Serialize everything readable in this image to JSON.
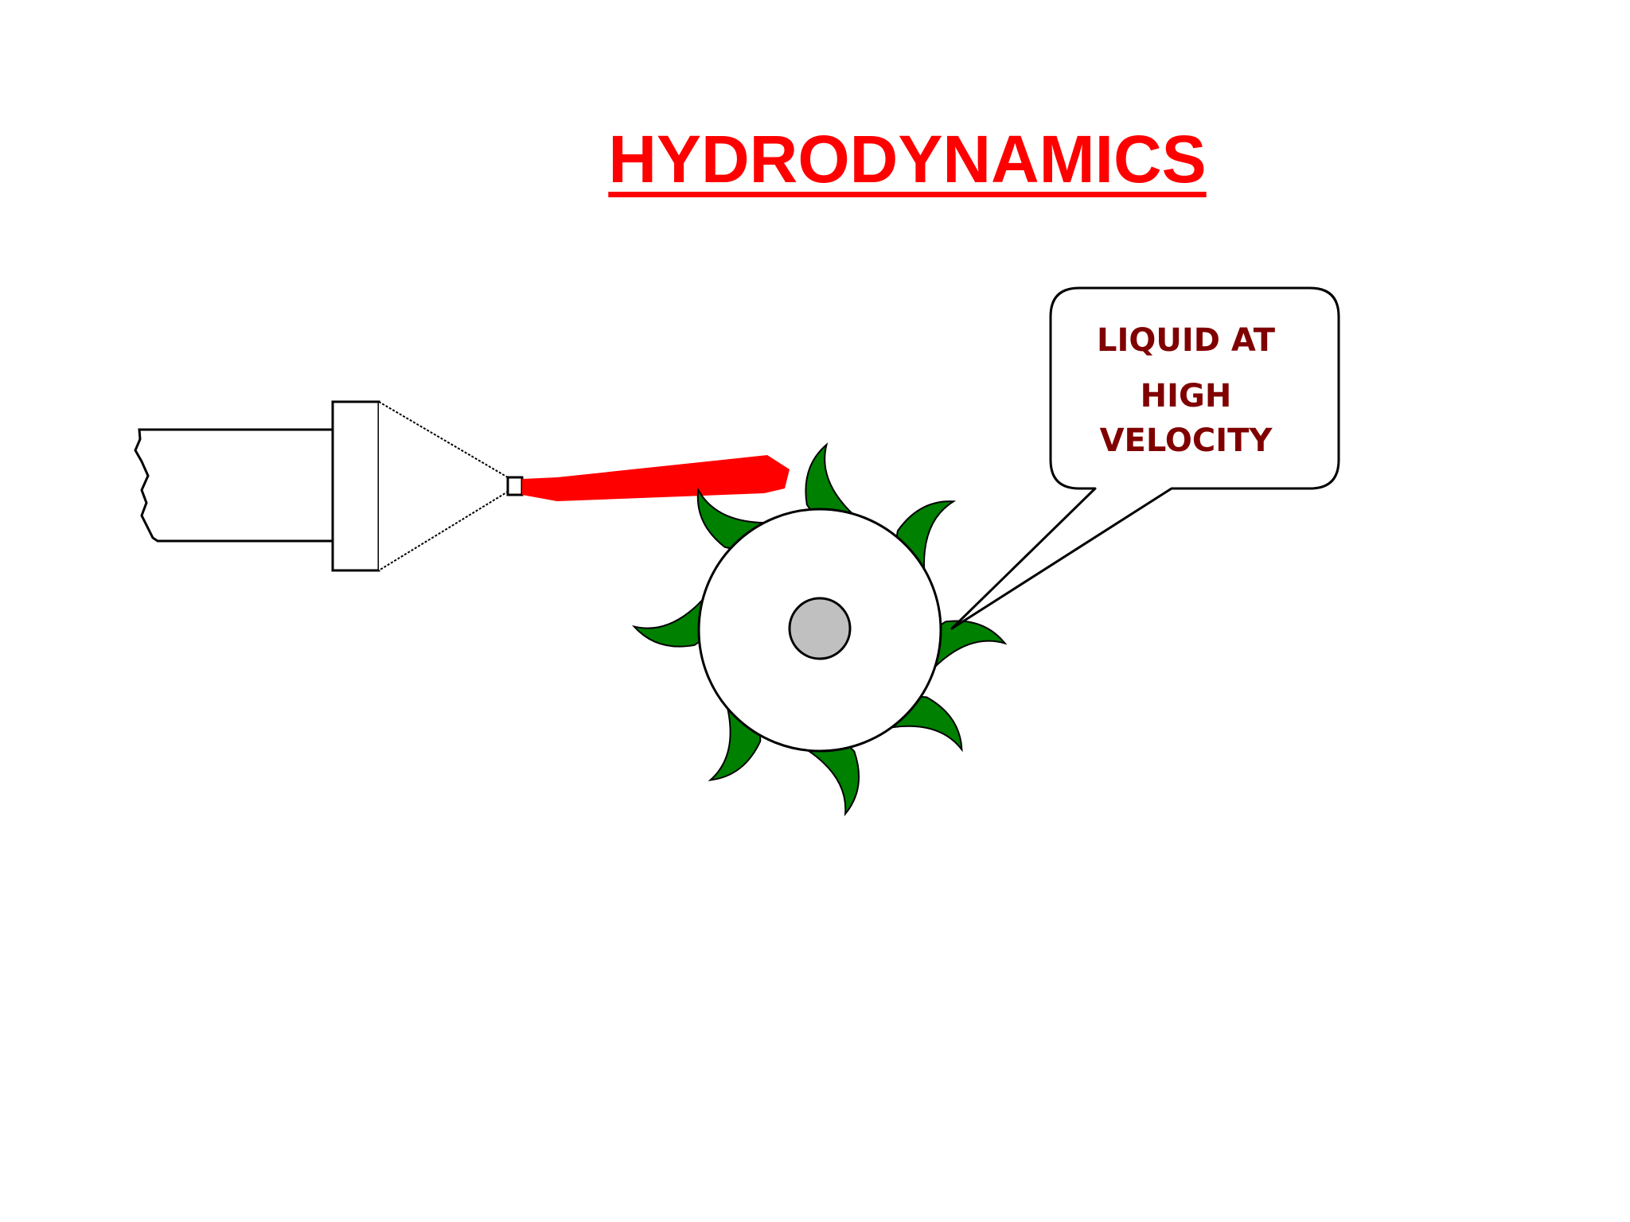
{
  "title": "HYDRODYNAMICS",
  "callout": {
    "lines": [
      "LIQUID AT",
      "HIGH",
      "VELOCITY"
    ]
  },
  "colors": {
    "title": "#ff0000",
    "jet": "#ff0000",
    "blade": "#008000",
    "hub": "#c0c0c0",
    "callout_text": "#800000",
    "outline": "#000000"
  },
  "icons": {
    "nozzle": "nozzle-icon",
    "wheel": "turbine-wheel-icon",
    "blade": "curved-blade-icon"
  }
}
